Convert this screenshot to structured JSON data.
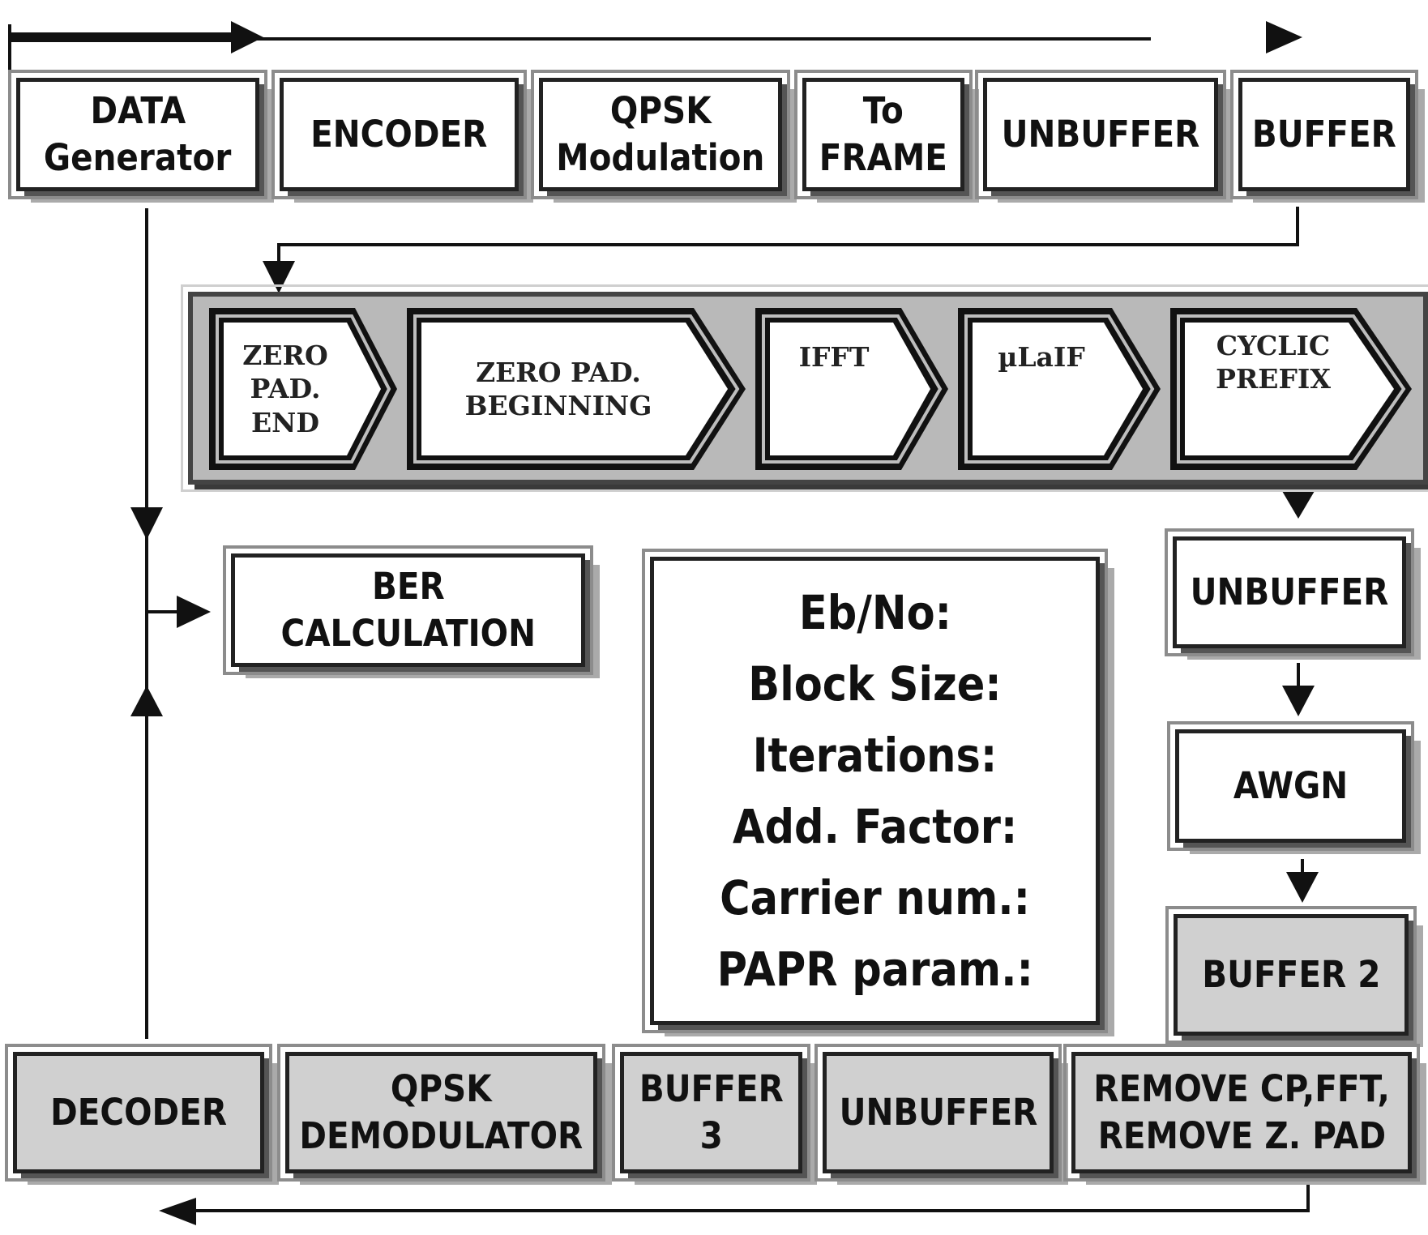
{
  "transmitter_row": [
    {
      "lines": [
        "DATA",
        "Generator"
      ]
    },
    {
      "lines": [
        "ENCODER"
      ]
    },
    {
      "lines": [
        "QPSK",
        "Modulation"
      ]
    },
    {
      "lines": [
        "To",
        "FRAME"
      ]
    },
    {
      "lines": [
        "UNBUFFER"
      ]
    },
    {
      "lines": [
        "BUFFER"
      ]
    }
  ],
  "ofdm_chain": [
    {
      "lines": [
        "ZERO",
        "PAD.",
        "END"
      ]
    },
    {
      "lines": [
        "ZERO PAD.",
        "BEGINNING"
      ]
    },
    {
      "lines": [
        "IFFT"
      ]
    },
    {
      "lines": [
        "µLaIF"
      ]
    },
    {
      "lines": [
        "CYCLIC",
        "PREFIX"
      ]
    }
  ],
  "channel_column": [
    {
      "lines": [
        "UNBUFFER"
      ]
    },
    {
      "lines": [
        "AWGN"
      ]
    },
    {
      "lines": [
        "BUFFER 2"
      ]
    }
  ],
  "receiver_row": [
    {
      "lines": [
        "DECODER"
      ]
    },
    {
      "lines": [
        "QPSK",
        "DEMODULATOR"
      ]
    },
    {
      "lines": [
        "BUFFER",
        "3"
      ]
    },
    {
      "lines": [
        "UNBUFFER"
      ]
    },
    {
      "lines": [
        "REMOVE CP,FFT,",
        "REMOVE Z. PAD"
      ]
    }
  ],
  "ber_block": {
    "lines": [
      "BER",
      "CALCULATION"
    ]
  },
  "parameters": [
    "Eb/No:",
    "Block Size:",
    "Iterations:",
    "Add. Factor:",
    "Carrier num.:",
    "PAPR param.:"
  ]
}
